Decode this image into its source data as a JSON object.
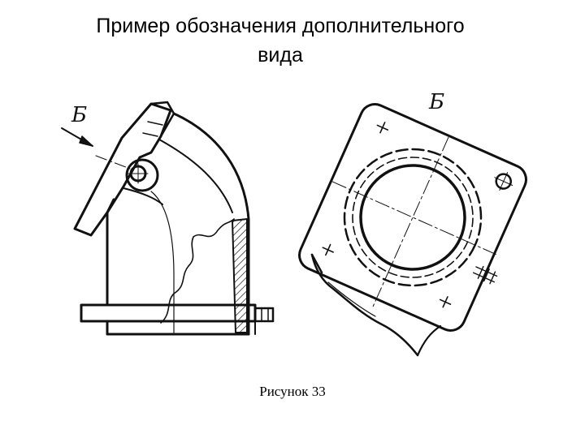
{
  "title": {
    "line1": "Пример обозначения дополнительного",
    "line2": "вида"
  },
  "drawing": {
    "view_label_left": "Б",
    "view_label_right": "Б"
  },
  "caption": "Рисунок 33"
}
